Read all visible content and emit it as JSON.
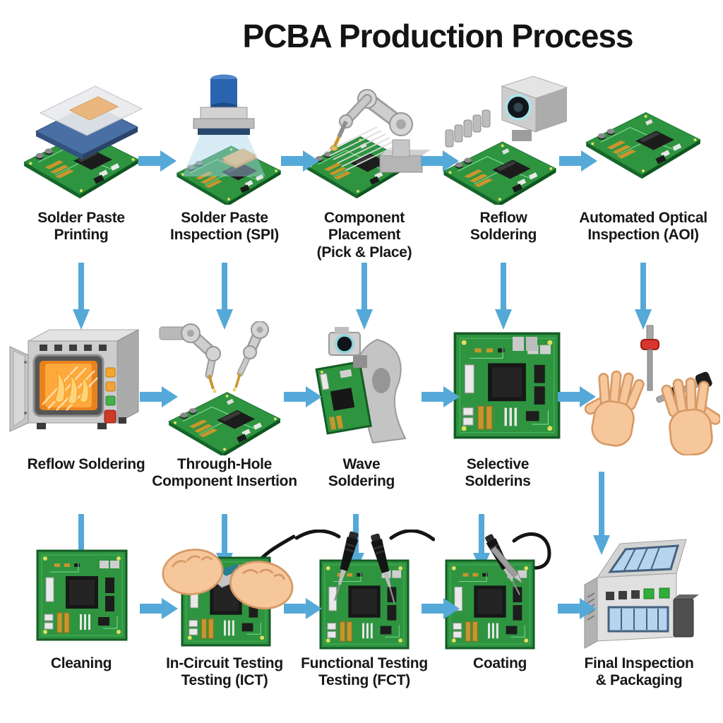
{
  "title": "PCBA Production Process",
  "colors": {
    "arrow": "#55a9d8",
    "pcb_green": "#2e9440",
    "pcb_dark_green": "#176428",
    "title_text": "#141414",
    "label_text": "#171717",
    "machine_gray": "#cdcdcd",
    "oven_glow_orange": "#ffa83c",
    "spi_blue": "#2a64b0",
    "skin": "#f7c79c",
    "background": "#ffffff"
  },
  "rows": [
    {
      "name": "smt-line",
      "steps": [
        {
          "label": "Solder Paste\nPrinting",
          "illustration": "solder-paste-printing"
        },
        {
          "label": "Solder Paste\nInspection (SPI)",
          "illustration": "solder-paste-inspection"
        },
        {
          "label": "Component\nPlacement\n(Pick & Place)",
          "illustration": "component-placement-robot"
        },
        {
          "label": "Reflow\nSoldering",
          "illustration": "reflow-camera-machine"
        },
        {
          "label": "Automated Optical\nInspection (AOI)",
          "illustration": "aoi-board"
        }
      ]
    },
    {
      "name": "tht-line",
      "steps": [
        {
          "label": "Reflow Soldering",
          "illustration": "reflow-oven"
        },
        {
          "label": "Through-Hole\nComponent Insertion",
          "illustration": "through-hole-robots"
        },
        {
          "label": "Wave\nSoldering",
          "illustration": "wave-soldering-machine"
        },
        {
          "label": "Selective\nSolderins",
          "illustration": "selective-soldering-board"
        },
        {
          "label": "",
          "illustration": "hands-with-soldering-tools"
        }
      ]
    },
    {
      "name": "test-line",
      "steps": [
        {
          "label": "Cleaning",
          "illustration": "cleaning-board"
        },
        {
          "label": "In-Circuit Testing\nTesting (ICT)",
          "illustration": "ict-hands-board"
        },
        {
          "label": "Functional Testing\nTesting (FCT)",
          "illustration": "fct-probes-board"
        },
        {
          "label": "Coating",
          "illustration": "coating-board"
        },
        {
          "label": "Final Inspection\n& Packaging",
          "illustration": "final-inspection-machine"
        }
      ]
    }
  ]
}
